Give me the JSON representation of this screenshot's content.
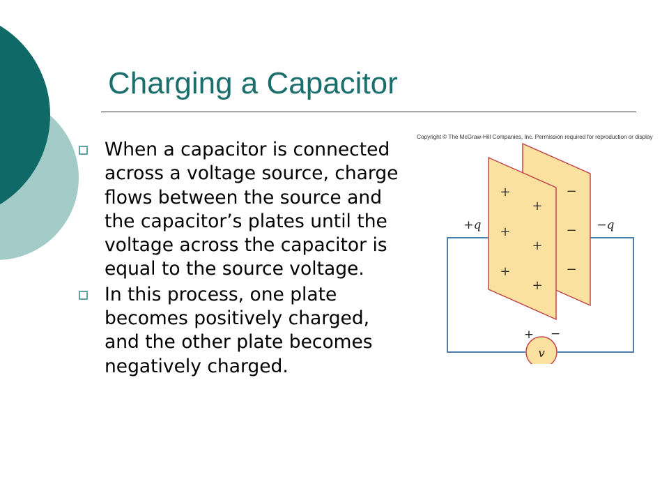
{
  "slide": {
    "title": "Charging a Capacitor",
    "bullets": [
      "When a capacitor is connected across a voltage source, charge flows between  the source and the capacitor’s plates until the voltage across the capacitor is equal to the source voltage.",
      "In this process, one plate becomes positively charged, and the other plate becomes negatively charged."
    ]
  },
  "figure": {
    "copyright": "Copyright © The McGraw-Hill Companies, Inc. Permission required for reproduction or display",
    "label_positive_charge": "+q",
    "label_negative_charge": "−q",
    "plate_front_signs": [
      "+",
      "+",
      "+",
      "+",
      "+",
      "+"
    ],
    "plate_back_signs": [
      "−",
      "−",
      "−"
    ],
    "source_plus": "+",
    "source_minus": "−",
    "source_label": "v"
  },
  "colors": {
    "title": "#1a6f6c",
    "dark_teal": "#0f6966",
    "light_teal": "#a3ccc9",
    "plate_fill": "#fbe1a0",
    "plate_stroke": "#c0474a",
    "wire": "#4a7fae"
  }
}
